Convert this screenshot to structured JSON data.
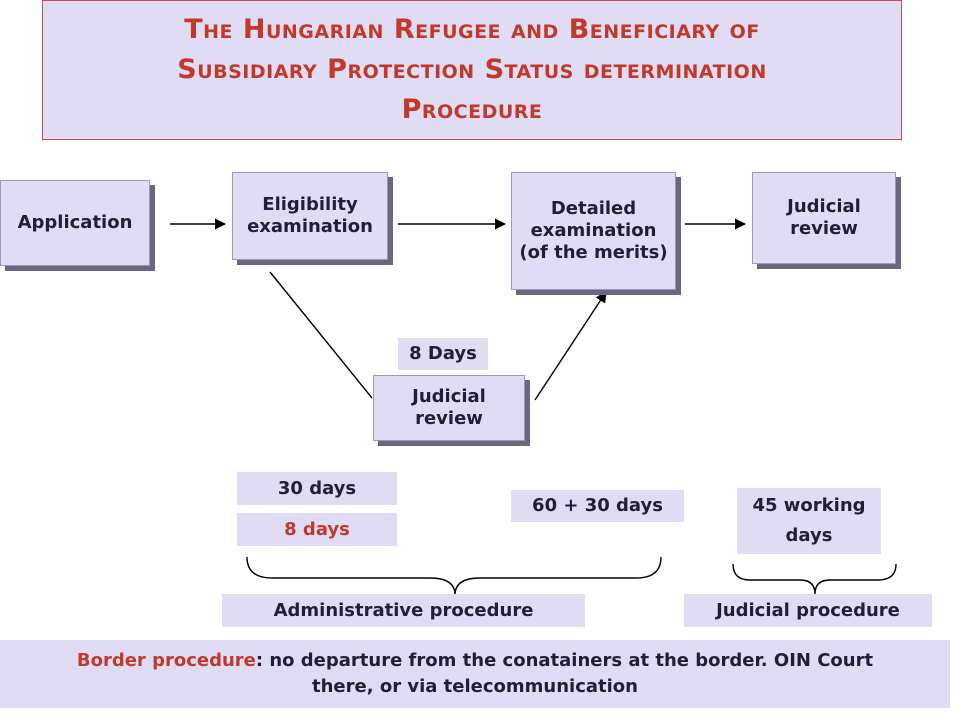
{
  "title": {
    "line1": "The Hungarian Refugee and Beneficiary of",
    "line2": "Subsidiary Protection Status determination",
    "line3": "Procedure"
  },
  "nodes": {
    "application": "Application",
    "eligibility_line1": "Eligibility",
    "eligibility_line2": "examination",
    "detailed_line1": "Detailed",
    "detailed_line2": "examination",
    "detailed_line3": "(of the merits)",
    "judicial_review_line1": "Judicial",
    "judicial_review_line2": "review",
    "mid_review_line1": "Judicial",
    "mid_review_line2": "review"
  },
  "durations": {
    "review_days": "8  Days",
    "admin_days": "30  days",
    "border_days": "8 days",
    "merits_days": "60 + 30  days",
    "judicial_days_line1": "45 working",
    "judicial_days_line2": "days"
  },
  "procedures": {
    "administrative": "Administrative procedure",
    "judicial": "Judicial procedure"
  },
  "footer": {
    "label": "Border procedure",
    "text_line1": ": no departure from the conatainers  at the border. OIN Court",
    "text_line2": "there, or via telecommunication"
  },
  "colors": {
    "accent_red": "#c0392b",
    "box_fill": "#e0dcf3",
    "text_dark": "#1f1f3a"
  }
}
